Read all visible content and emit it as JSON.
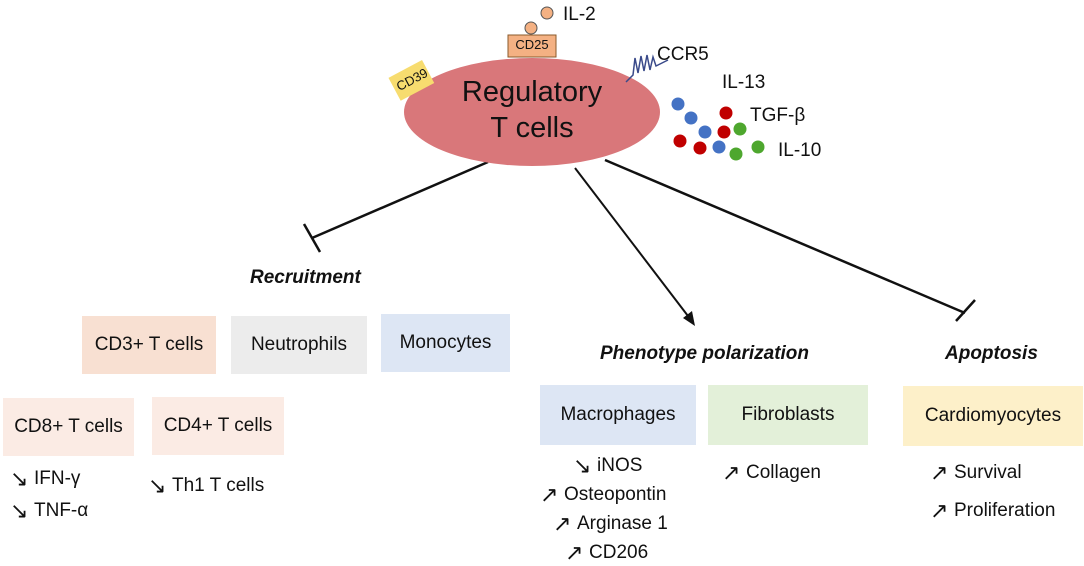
{
  "center": {
    "title_line1": "Regulatory",
    "title_line2": "T cells"
  },
  "surface_markers": {
    "cd39": "CD39",
    "cd25": "CD25",
    "ccr5": "CCR5"
  },
  "cytokines": {
    "il2": "IL-2",
    "il13": "IL-13",
    "tgfb": "TGF-β",
    "il10": "IL-10"
  },
  "colors": {
    "cell": "#d9777a",
    "il13_dot": "#4472c4",
    "tgfb_dot": "#c00000",
    "il10_dot": "#4ea72e",
    "il2_dot": "#f4b183"
  },
  "recruitment": {
    "header": "Recruitment",
    "cells": [
      "CD3+ T cells",
      "Neutrophils",
      "Monocytes"
    ],
    "subsets": [
      "CD8+ T cells",
      "CD4+ T cells"
    ],
    "cd8_effects": [
      {
        "dir": "down",
        "text": "IFN-γ"
      },
      {
        "dir": "down",
        "text": "TNF-α"
      }
    ],
    "cd4_effects": [
      {
        "dir": "down",
        "text": "Th1 T cells"
      }
    ]
  },
  "polarization": {
    "header": "Phenotype polarization",
    "cells": [
      "Macrophages",
      "Fibroblasts"
    ],
    "macrophage_effects": [
      {
        "dir": "down",
        "text": "iNOS"
      },
      {
        "dir": "up",
        "text": "Osteopontin"
      },
      {
        "dir": "up",
        "text": "Arginase 1"
      },
      {
        "dir": "up",
        "text": "CD206"
      }
    ],
    "fibroblast_effects": [
      {
        "dir": "up",
        "text": "Collagen"
      }
    ]
  },
  "apoptosis": {
    "header": "Apoptosis",
    "cell": "Cardiomyocytes",
    "effects": [
      {
        "dir": "up",
        "text": "Survival"
      },
      {
        "dir": "up",
        "text": "Proliferation"
      }
    ]
  }
}
